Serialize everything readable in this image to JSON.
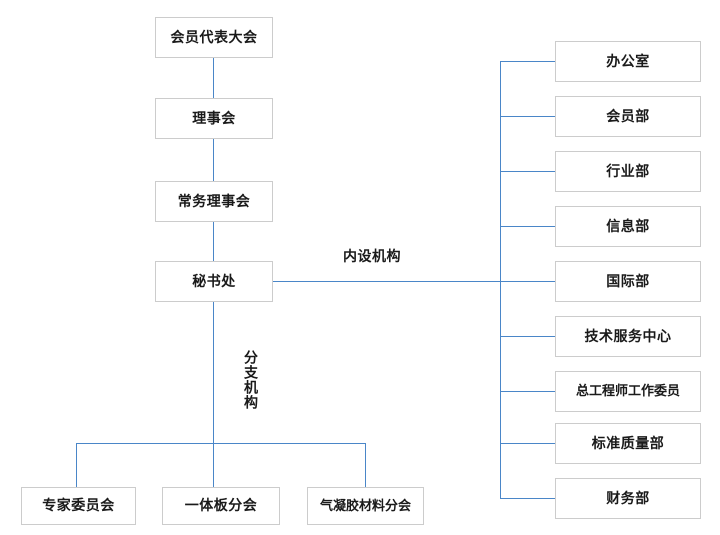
{
  "diagram": {
    "title": "",
    "type": "organizational-chart",
    "colors": {
      "connector": "#4a86c8",
      "box_border": "#cccccc",
      "box_fill": "#ffffff",
      "text": "#1a1a1a",
      "background": "#ffffff"
    },
    "hierarchy_chain": [
      {
        "id": "assembly",
        "label": "会员代表大会"
      },
      {
        "id": "council",
        "label": "理事会"
      },
      {
        "id": "standing-council",
        "label": "常务理事会"
      },
      {
        "id": "secretariat",
        "label": "秘书处"
      }
    ],
    "group_labels": {
      "internal": "内设机构",
      "branch": "分支机构"
    },
    "internal_departments": [
      {
        "id": "office",
        "label": "办公室"
      },
      {
        "id": "membership",
        "label": "会员部"
      },
      {
        "id": "industry",
        "label": "行业部"
      },
      {
        "id": "information",
        "label": "信息部"
      },
      {
        "id": "international",
        "label": "国际部"
      },
      {
        "id": "tech-service-center",
        "label": "技术服务中心"
      },
      {
        "id": "chief-engineer-committee",
        "label": "总工程师工作委员"
      },
      {
        "id": "standards-quality",
        "label": "标准质量部"
      },
      {
        "id": "finance",
        "label": "财务部"
      }
    ],
    "branch_organizations": [
      {
        "id": "expert-committee",
        "label": "专家委员会"
      },
      {
        "id": "integrated-board-branch",
        "label": "一体板分会"
      },
      {
        "id": "aerogel-material-branch",
        "label": "气凝胶材料分会"
      }
    ]
  }
}
